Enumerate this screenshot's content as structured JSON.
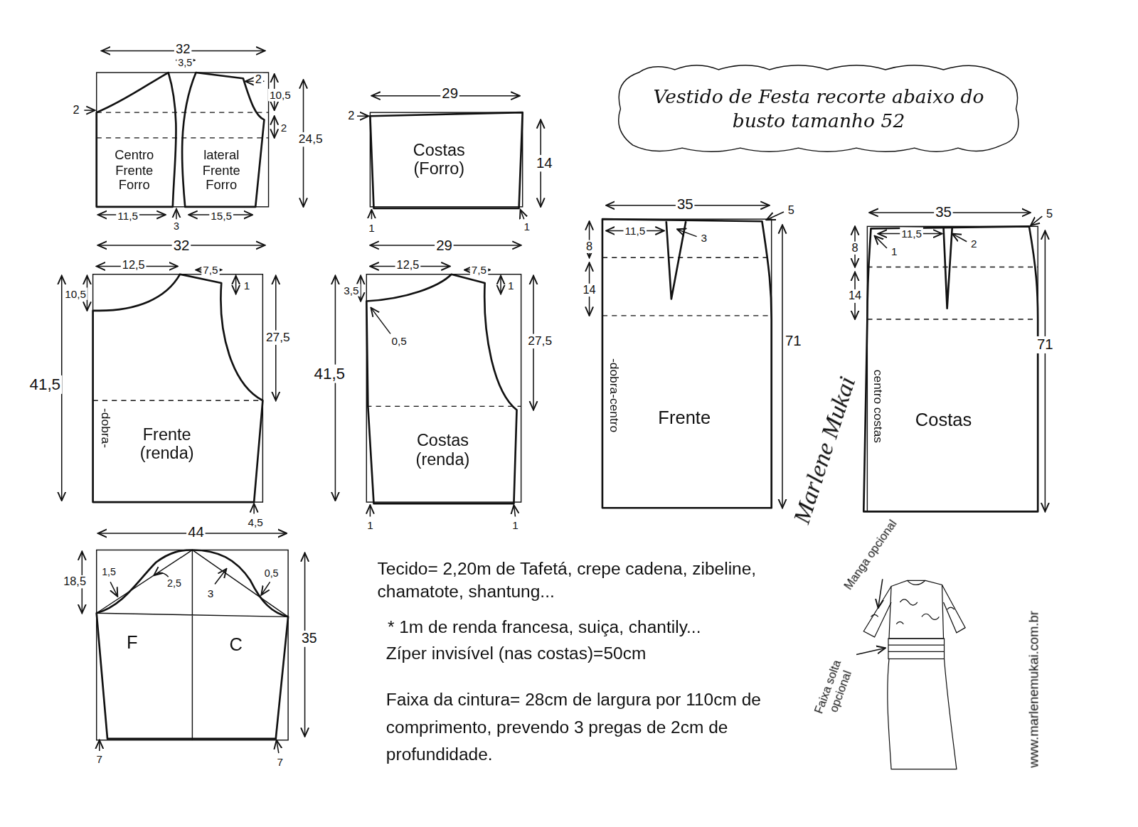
{
  "diagram": {
    "title": "Vestido de Festa recorte abaixo do busto tamanho 52",
    "nodes": [
      {
        "text": [
          "Centro Frente Forro"
        ]
      },
      {
        "text": [
          "lateral Frente Forro"
        ]
      },
      {
        "text": [
          "Costas (Forro)"
        ]
      },
      {
        "text": [
          "Frente (renda)",
          "-dobra-"
        ]
      },
      {
        "text": [
          "Costas (renda)"
        ]
      },
      {
        "text": [
          "Frente",
          "-dobra-centro"
        ]
      },
      {
        "text": [
          "Costas",
          "centro costas"
        ]
      },
      {
        "text": [
          "F",
          "C"
        ]
      }
    ],
    "labels": [
      "32",
      "3,5",
      "2",
      "2",
      "10,5",
      "2",
      "24,5",
      "11,5",
      "3",
      "15,5",
      "29",
      "2",
      "14",
      "1",
      "1",
      "32",
      "12,5",
      "7,5",
      "1",
      "10,5",
      "27,5",
      "41,5",
      "4,5",
      "29",
      "12,5",
      "7,5",
      "1",
      "3,5",
      "0,5",
      "27,5",
      "41,5",
      "1",
      "1",
      "35",
      "11,5",
      "3",
      "5",
      "8",
      "14",
      "71",
      "35",
      "11,5",
      "2",
      "1",
      "5",
      "8",
      "14",
      "71",
      "44",
      "18,5",
      "1,5",
      "2,5",
      "3",
      "0,5",
      "35",
      "7",
      "7",
      "Tecido= 2,20m de Tafetá, crepe cadena, zibeline, chamatote, shantung...",
      "* 1m de renda francesa, suiça, chantily...",
      "Zíper invisível (nas costas)=50cm",
      "Faixa da cintura= 28cm de largura por 110cm de comprimento, prevendo 3 pregas de 2cm de profundidade.",
      "Marlene Mukai",
      "Manga opcional",
      "Faixa solta opcional",
      "www.marlenemukai.com.br"
    ]
  }
}
